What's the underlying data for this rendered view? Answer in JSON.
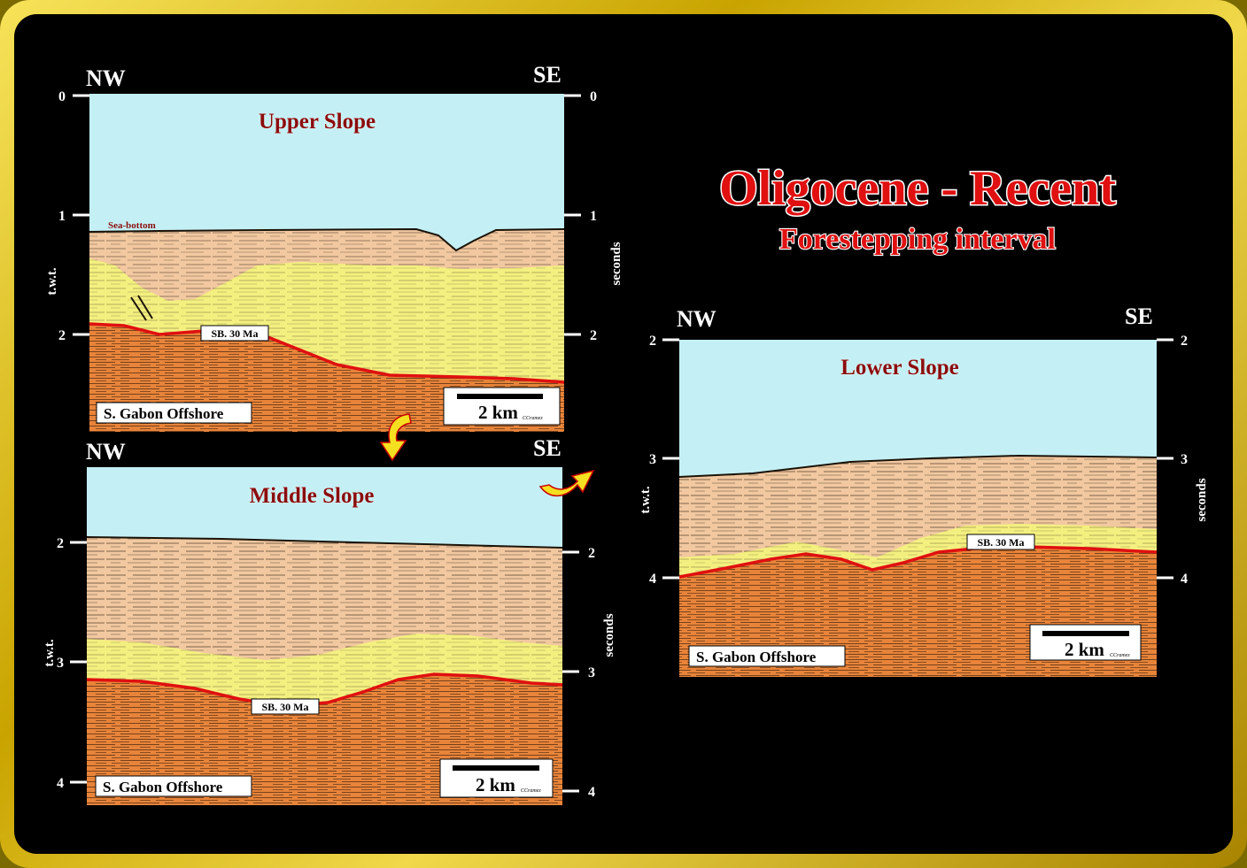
{
  "title": "Oligocene - Recent",
  "subtitle": "Forestepping interval",
  "colors": {
    "water": "#c4f0f5",
    "young": "#f2c8a0",
    "sand": "#f4f080",
    "old": "#e8843a",
    "boundary": "#e01010",
    "title": "#e01010"
  },
  "axis_left_label": "t.w.t.",
  "axis_right_label": "seconds",
  "dir_left": "NW",
  "dir_right": "SE",
  "panels": [
    {
      "id": "upper",
      "title": "Upper Slope",
      "ticks": [
        "0",
        "1",
        "2"
      ],
      "seabottom_label": "Sea-bottom",
      "sb_label": "SB. 30 Ma",
      "location": "S. Gabon Offshore",
      "scale": "2 km",
      "credit": "CCramez"
    },
    {
      "id": "middle",
      "title": "Middle Slope",
      "ticks": [
        "2",
        "3",
        "4"
      ],
      "sb_label": "SB. 30 Ma",
      "location": "S. Gabon Offshore",
      "scale": "2 km",
      "credit": "CCramez"
    },
    {
      "id": "lower",
      "title": "Lower Slope",
      "ticks": [
        "2",
        "3",
        "4"
      ],
      "sb_label": "SB. 30 Ma",
      "location": "S. Gabon Offshore",
      "scale": "2 km",
      "credit": "CCramez"
    }
  ]
}
